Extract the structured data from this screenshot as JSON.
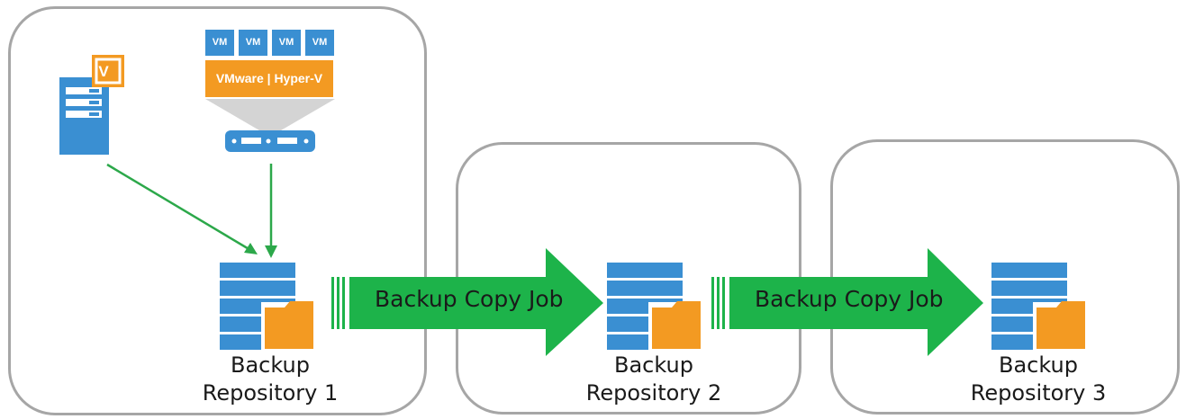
{
  "vm_labels": [
    "VM",
    "VM",
    "VM",
    "VM"
  ],
  "hypervisor_label": "VMware | Hyper-V",
  "agent_badge": "V",
  "copy_job_label_1": "Backup Copy Job",
  "copy_job_label_2": "Backup Copy Job",
  "repositories": [
    {
      "line1": "Backup",
      "line2": "Repository 1"
    },
    {
      "line1": "Backup",
      "line2": "Repository 2"
    },
    {
      "line1": "Backup",
      "line2": "Repository 3"
    }
  ],
  "colors": {
    "border": "#a6a6a6",
    "blue": "#3a8fd2",
    "orange": "#f39a22",
    "green_arrow": "#1db34a",
    "green_line": "#2ca84a"
  }
}
